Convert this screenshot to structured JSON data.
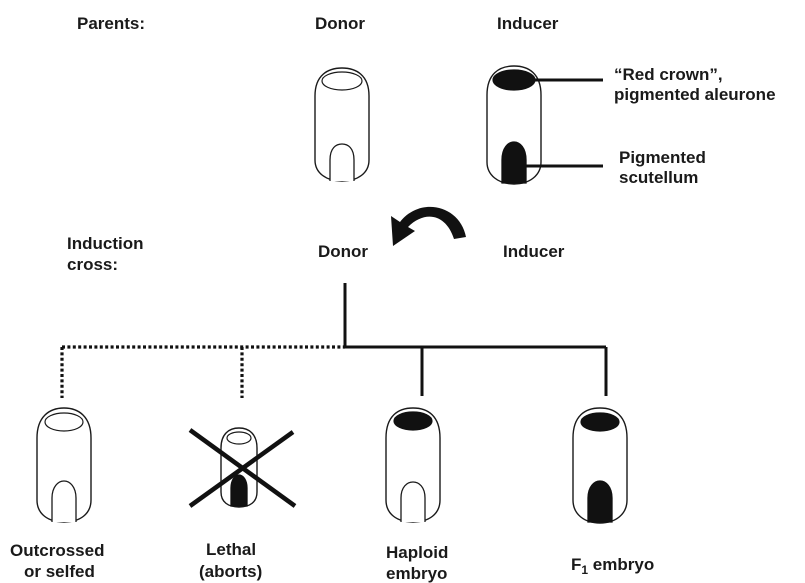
{
  "labels": {
    "parents": "Parents:",
    "donor_top": "Donor",
    "inducer_top": "Inducer",
    "red_crown_line1": "“Red crown”,",
    "red_crown_line2": "pigmented aleurone",
    "pigmented_line1": "Pigmented",
    "pigmented_line2": "scutellum",
    "induction_line1": "Induction",
    "induction_line2": "cross:",
    "donor_cross": "Donor",
    "inducer_cross": "Inducer",
    "outcrossed_line1": "Outcrossed",
    "outcrossed_line2": "or selfed",
    "lethal_line1": "Lethal",
    "lethal_line2": "(aborts)",
    "haploid_line1": "Haploid",
    "haploid_line2": "embryo",
    "f1_prefix": "F",
    "f1_sub": "1",
    "f1_suffix": " embryo"
  }
}
